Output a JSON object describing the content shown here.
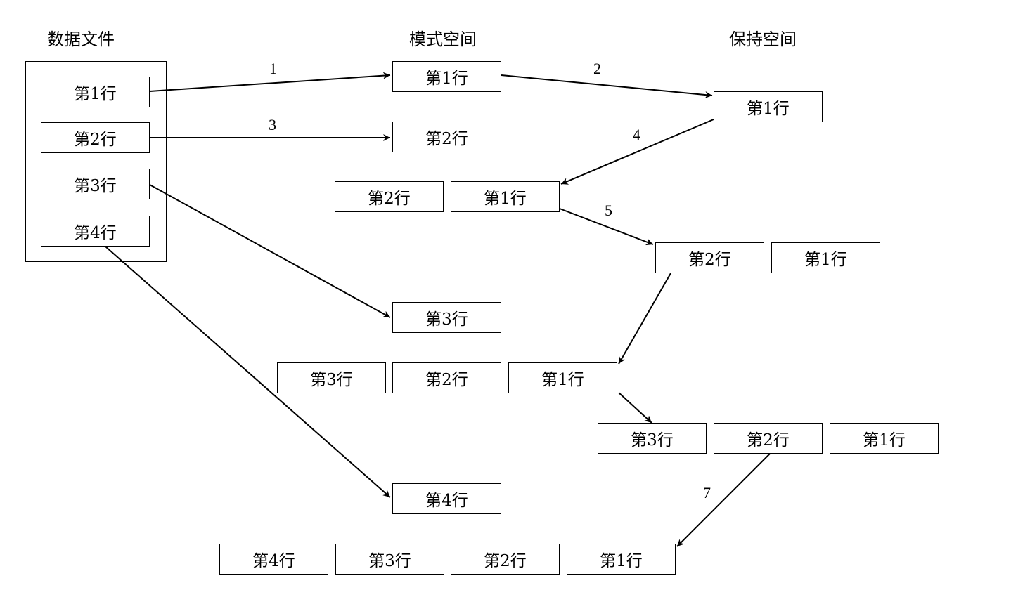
{
  "headers": {
    "data_file": "数据文件",
    "pattern_space": "模式空间",
    "hold_space": "保持空间"
  },
  "data_file_lines": [
    "第1行",
    "第2行",
    "第3行",
    "第4行"
  ],
  "pattern_space": {
    "line1": "第1行",
    "line2": "第2行",
    "line3": "第3行",
    "line4": "第4行",
    "after_step4": [
      "第2行",
      "第1行"
    ],
    "after_step6": [
      "第3行",
      "第2行",
      "第1行"
    ],
    "final": [
      "第4行",
      "第3行",
      "第2行",
      "第1行"
    ]
  },
  "hold_space": {
    "after_step2": [
      "第1行"
    ],
    "after_step5": [
      "第2行",
      "第1行"
    ],
    "after_step6": [
      "第3行",
      "第2行",
      "第1行"
    ]
  },
  "step_labels": {
    "s1": "1",
    "s2": "2",
    "s3": "3",
    "s4": "4",
    "s5": "5",
    "s7": "7"
  }
}
